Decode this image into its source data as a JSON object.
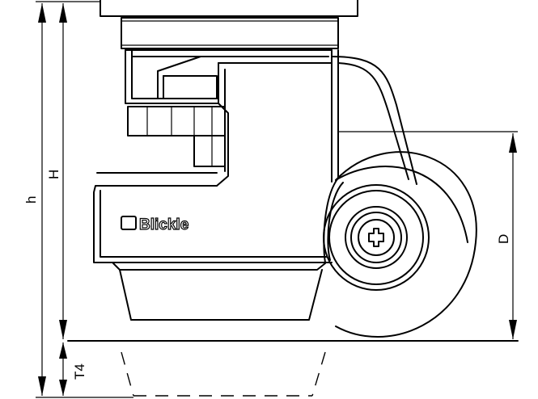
{
  "brand": {
    "name": "Blickle"
  },
  "dimensions": {
    "h": "h",
    "H": "H",
    "D": "D",
    "T4": "T4"
  }
}
